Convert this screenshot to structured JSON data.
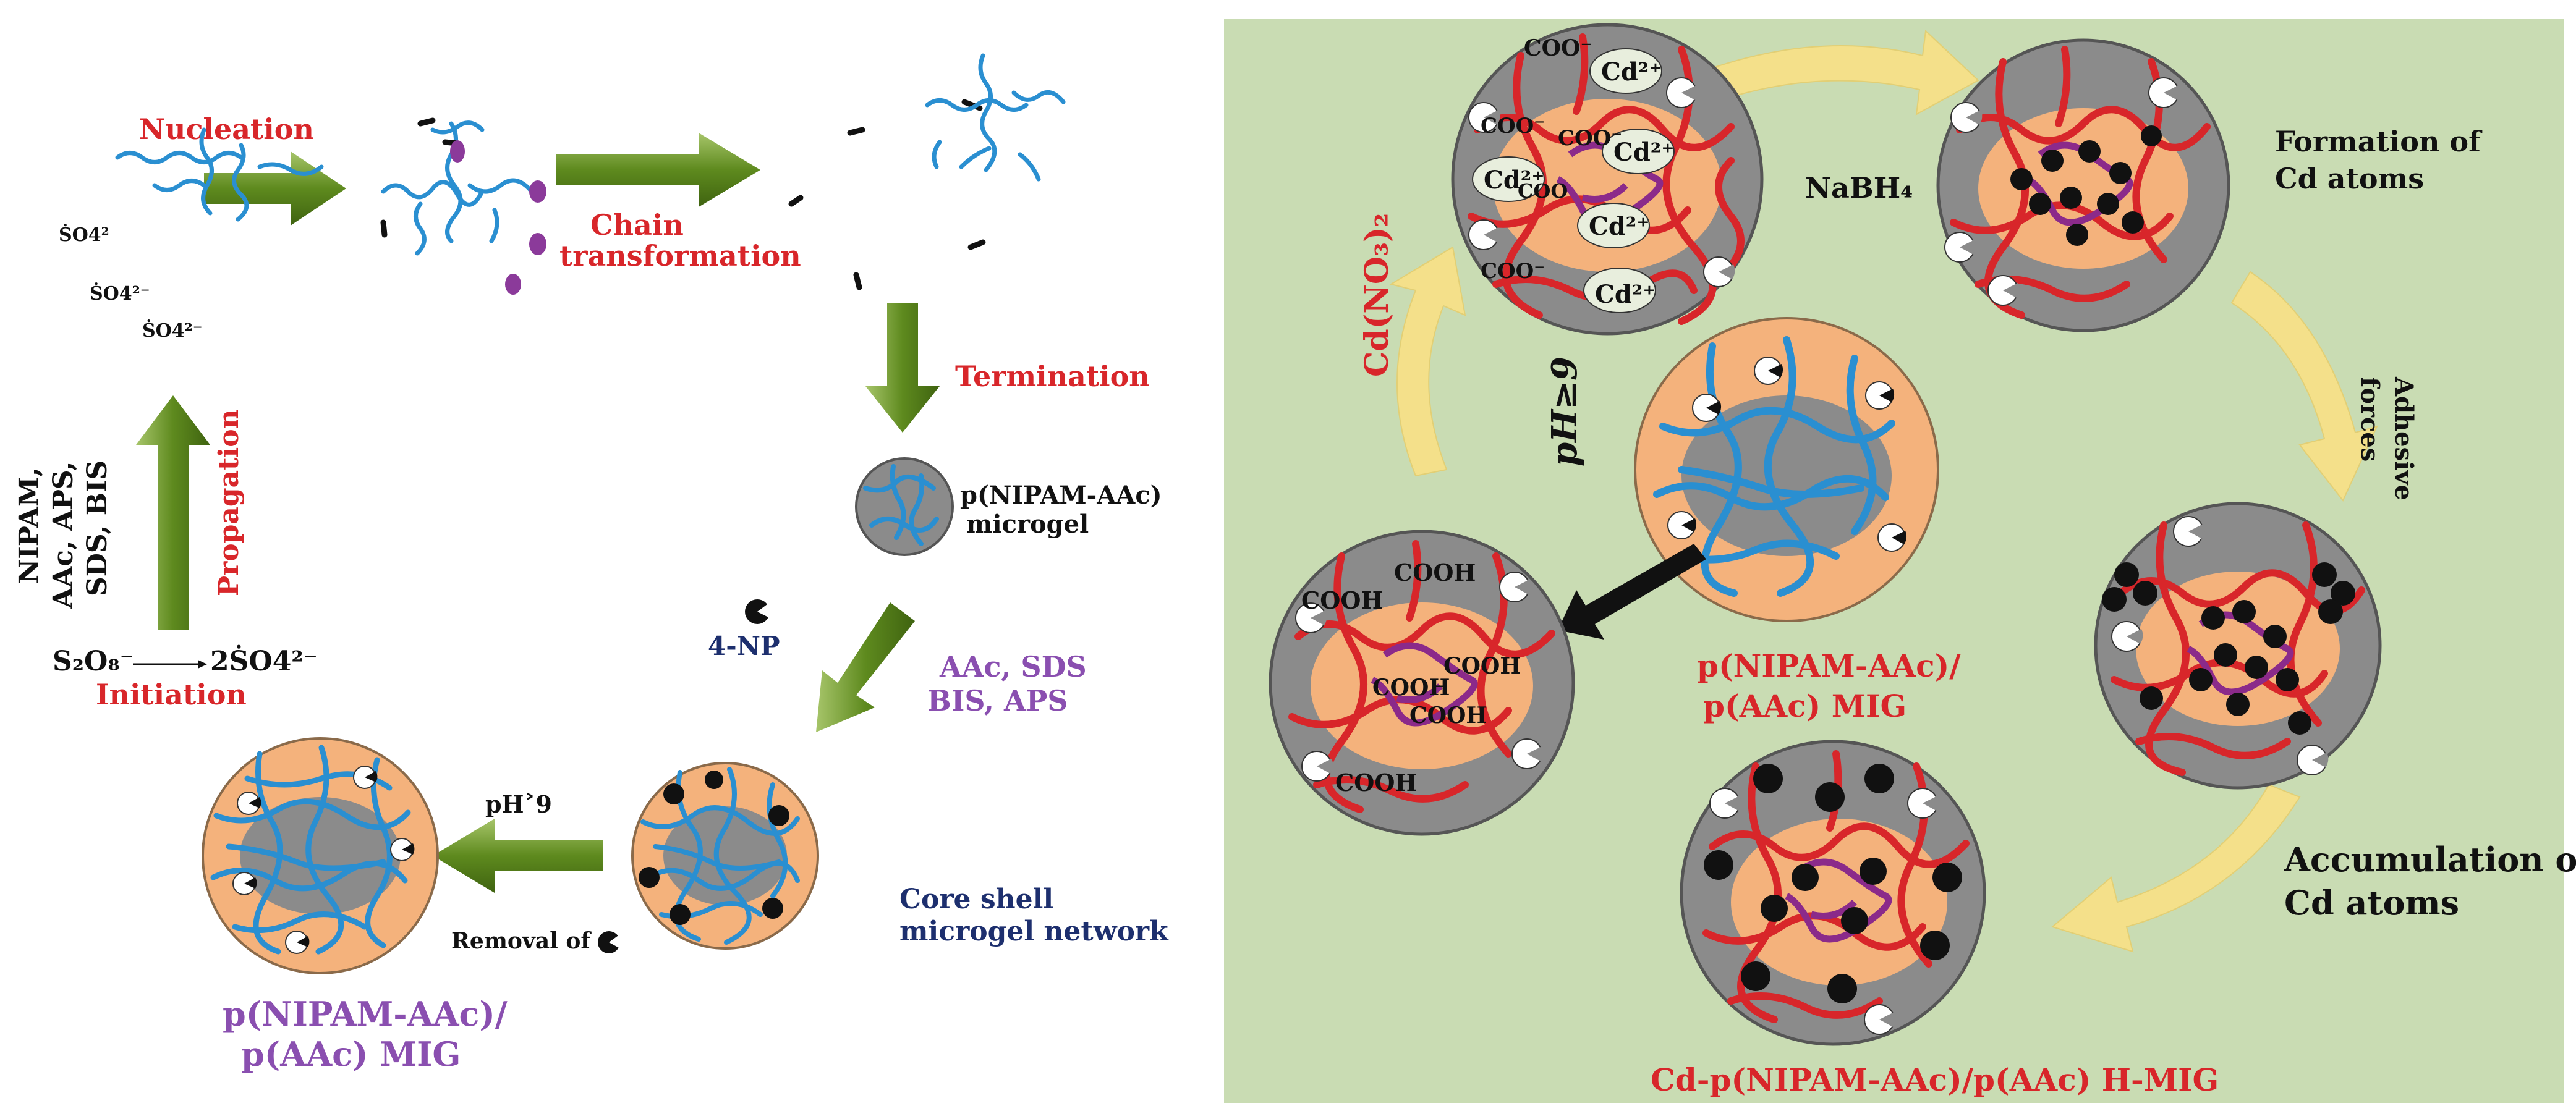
{
  "left_panel": {
    "nucleation": "Nucleation",
    "chain_transformation": [
      "Chain",
      "transformation"
    ],
    "termination": "Termination",
    "propagation": "Propagation",
    "initiation": "Initiation",
    "reactants": [
      "NIPAM,",
      "AAc, APS,",
      "SDS, BIS"
    ],
    "radicals": [
      "ṠO4²",
      "ṠO4²⁻",
      "ṠO4²⁻"
    ],
    "initiation_eq_left": "S₂O₈⁻",
    "initiation_eq_right": "2ṠO4²⁻",
    "microgel_label": [
      "p(NIPAM-AAc)",
      "microgel"
    ],
    "four_np": "4-NP",
    "shell_reagents": [
      "AAc, SDS",
      "BIS, APS"
    ],
    "core_shell_label": [
      "Core shell",
      "microgel network"
    ],
    "ph_label": "pH˃9",
    "removal_label": "Removal of",
    "mig_label": [
      "p(NIPAM-AAc)/",
      "p(AAc) MIG"
    ]
  },
  "right_panel": {
    "top_left_texts": [
      "COO⁻",
      "Cd²⁺",
      "COO⁻",
      "COO⁻",
      "Cd²⁺",
      "Cd²⁺",
      "COO",
      "Cd²⁺",
      "COO⁻",
      "Cd²⁺"
    ],
    "nabh4": "NaBH₄",
    "formation_label": [
      "Formation of",
      "Cd atoms"
    ],
    "cd_no3": "Cd(NO₃)₂",
    "ph_ge9": "pH≥9",
    "adhesive_label": [
      "Adhesive",
      "forces"
    ],
    "cooh_texts": [
      "COOH",
      "COOH",
      "COOH",
      "COOH",
      "COOH",
      "COOH"
    ],
    "center_label": [
      "p(NIPAM-AAc)/",
      "p(AAc) MIG"
    ],
    "accumulation_label": [
      "Accumulation of",
      "Cd atoms"
    ],
    "bottom_label": "Cd-p(NIPAM-AAc)/p(AAc) H-MIG"
  },
  "colors": {
    "panel_bg": "#c9dcb3",
    "arrow_green": "#5e8a1e",
    "arrow_yellow": "#f4e08a",
    "shell_orange": "#f4b27c",
    "core_gray": "#8b8b8b",
    "polymer_blue": "#2a8fd1",
    "polymer_red": "#d8262a",
    "polymer_purple": "#8b2a8a",
    "title_red": "#d8262a",
    "label_purple": "#8a4fb0",
    "label_navy": "#1d2f6e"
  }
}
